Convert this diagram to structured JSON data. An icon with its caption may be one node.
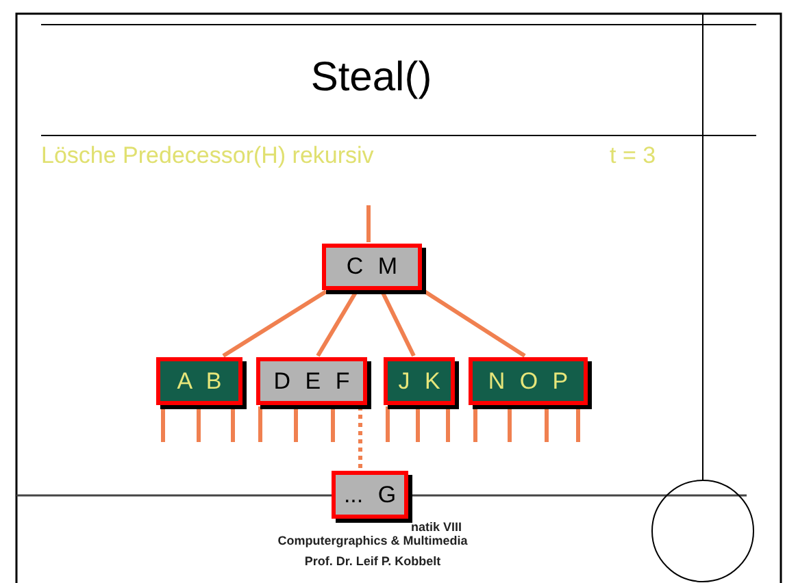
{
  "diagram": {
    "title": "Steal()",
    "nodes": [
      {
        "text": [
          "C M"
        ]
      },
      {
        "text": [
          "A B"
        ]
      },
      {
        "text": [
          "D E F"
        ]
      },
      {
        "text": [
          "J K"
        ]
      },
      {
        "text": [
          "N O P"
        ]
      },
      {
        "text": [
          "... G"
        ]
      }
    ],
    "edges": [
      {
        "from": null,
        "to": 0,
        "arrow": "none"
      },
      {
        "from": 0,
        "to": 1,
        "arrow": "none"
      },
      {
        "from": 0,
        "to": 2,
        "arrow": "none"
      },
      {
        "from": 0,
        "to": 3,
        "arrow": "none"
      },
      {
        "from": 0,
        "to": 4,
        "arrow": "none"
      },
      {
        "from": 2,
        "to": 5,
        "arrow": "none",
        "style": "dashed"
      },
      {
        "from": 1,
        "to": null,
        "arrow": "none"
      },
      {
        "from": 1,
        "to": null,
        "arrow": "none"
      },
      {
        "from": 1,
        "to": null,
        "arrow": "none"
      },
      {
        "from": 2,
        "to": null,
        "arrow": "none"
      },
      {
        "from": 2,
        "to": null,
        "arrow": "none"
      },
      {
        "from": 2,
        "to": null,
        "arrow": "none"
      },
      {
        "from": 3,
        "to": null,
        "arrow": "none"
      },
      {
        "from": 3,
        "to": null,
        "arrow": "none"
      },
      {
        "from": 3,
        "to": null,
        "arrow": "none"
      },
      {
        "from": 4,
        "to": null,
        "arrow": "none"
      },
      {
        "from": 4,
        "to": null,
        "arrow": "none"
      },
      {
        "from": 4,
        "to": null,
        "arrow": "none"
      },
      {
        "from": 4,
        "to": null,
        "arrow": "none"
      }
    ],
    "labels": [
      "Lösche Predecessor(H) rekursiv",
      "t = 3",
      "natik VIII",
      "Computergraphics & Multimedia",
      "Prof. Dr. Leif P. Kobbelt"
    ]
  }
}
